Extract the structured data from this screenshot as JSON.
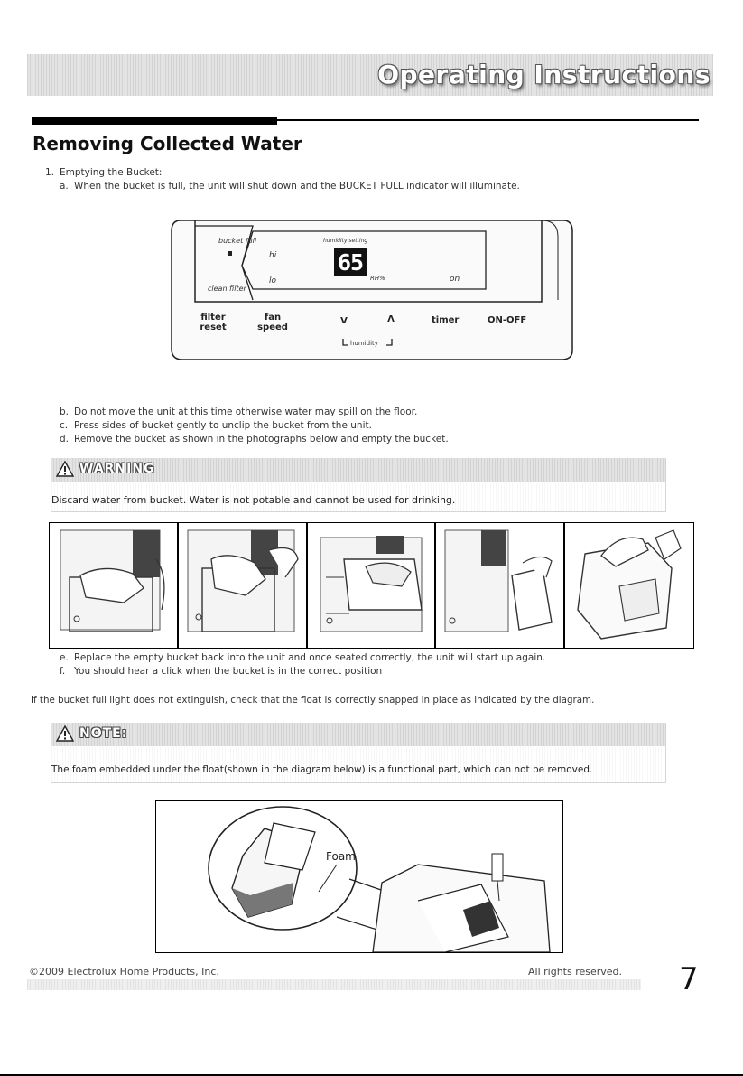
{
  "header": {
    "title": "Operating Instructions"
  },
  "section": {
    "title": "Removing Collected Water"
  },
  "steps": {
    "step1": {
      "num": "1.",
      "text": "Emptying the Bucket:"
    },
    "a": {
      "label": "a.",
      "text": "When the bucket is full, the unit will shut down and the BUCKET FULL indicator will illuminate."
    },
    "b": {
      "label": "b.",
      "text": "Do not move the unit at this time otherwise water may spill on the floor."
    },
    "c": {
      "label": "c.",
      "text": "Press sides of bucket gently to unclip the bucket from the unit."
    },
    "d": {
      "label": "d.",
      "text": "Remove the bucket as shown in the photographs below and empty the bucket."
    },
    "e": {
      "label": "e.",
      "text": "Replace the empty bucket back into the unit and once seated correctly, the unit will start up again."
    },
    "f": {
      "label": "f.",
      "text": "You should hear a click when the bucket is in the correct position"
    }
  },
  "panel": {
    "bucket_full": "bucket full",
    "clean_filter": "clean filter",
    "hi": "hi",
    "lo": "lo",
    "humidity_setting": "humidity setting",
    "display_value": "65",
    "rh": "RH%",
    "on": "on",
    "filter_reset": {
      "line1": "filter",
      "line2": "reset"
    },
    "fan_speed": {
      "line1": "fan",
      "line2": "speed"
    },
    "down": "V",
    "up": "Λ",
    "humidity": "humidity",
    "timer": "timer",
    "on_off": "ON-OFF"
  },
  "warning": {
    "heading": "WARNING",
    "text": "Discard water from bucket. Water is not potable and cannot be used for drinking."
  },
  "float_note": "If the bucket full light does not extinguish, check that the float is correctly snapped in place as indicated by the diagram.",
  "note": {
    "heading": "NOTE:",
    "text": "The foam embedded under the float(shown in the diagram below) is a functional part, which can not be removed."
  },
  "diagram": {
    "foam_label": "Foam"
  },
  "footer": {
    "copyright": "©2009 Electrolux Home Products, Inc.",
    "rights": "All rights reserved.",
    "page_number": "7"
  }
}
